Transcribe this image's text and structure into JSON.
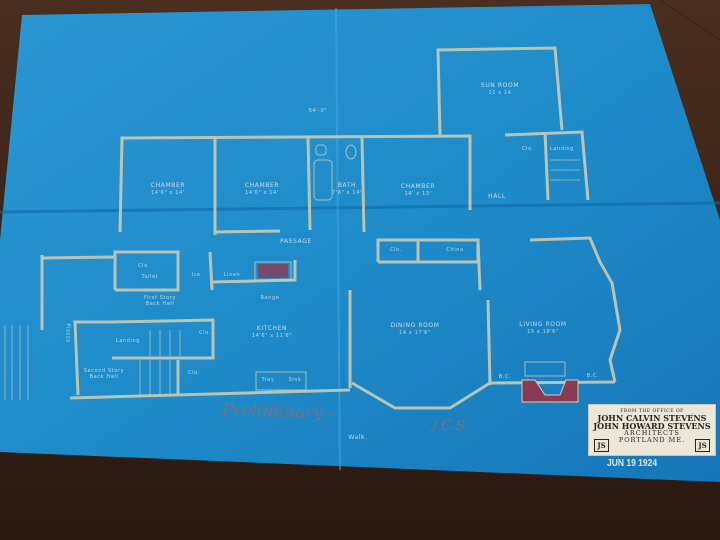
{
  "blueprint": {
    "rooms": {
      "chamber_1": {
        "name": "CHAMBER",
        "size": "14'6\" x 14'"
      },
      "chamber_2": {
        "name": "CHAMBER",
        "size": "14'6\" x 14'"
      },
      "bath": {
        "name": "BATH",
        "size": "7'6\" x 14'"
      },
      "chamber_3": {
        "name": "CHAMBER",
        "size": "14' x 13'"
      },
      "sun_room": {
        "name": "SUN ROOM",
        "size": "11 x 14"
      },
      "hall": {
        "name": "HALL"
      },
      "passage": {
        "name": "PASSAGE"
      },
      "clo_upper": {
        "name": "Clo."
      },
      "landing_upper": {
        "name": "Landing"
      },
      "clo_left": {
        "name": "Clo."
      },
      "toilet": {
        "name": "Toilet"
      },
      "ice": {
        "name": "Ice"
      },
      "linen": {
        "name": "Linen"
      },
      "range": {
        "name": "Range"
      },
      "first_story_back_hall": {
        "name": "First Story Back Hall"
      },
      "kitchen": {
        "name": "KITCHEN",
        "size": "14'6\" x 11'6\""
      },
      "landing": {
        "name": "Landing"
      },
      "clo_stair": {
        "name": "Clo."
      },
      "second_story_back_hall": {
        "name": "Second Story Back Hall"
      },
      "clo_lower": {
        "name": "Clo."
      },
      "tray": {
        "name": "Tray"
      },
      "sink": {
        "name": "Sink"
      },
      "piazza": {
        "name": "Piazza"
      },
      "clo_dining": {
        "name": "Clo."
      },
      "china": {
        "name": "China"
      },
      "dining_room": {
        "name": "DINING ROOM",
        "size": "14 x 17'6\""
      },
      "living_room": {
        "name": "LIVING ROOM",
        "size": "15 x 19'6\""
      },
      "bc_left": {
        "name": "B.C."
      },
      "bc_right": {
        "name": "B.C."
      },
      "walk": {
        "name": "Walk."
      }
    },
    "dimension": "54'-0\"",
    "handwritten_note": "Preliminary -",
    "handwritten_initials": "J.C.S."
  },
  "stamp": {
    "from_line": "FROM THE OFFICE OF",
    "name_1": "JOHN CALVIN STEVENS",
    "name_2": "JOHN HOWARD STEVENS",
    "architects": "ARCHITECTS",
    "location": "PORTLAND ME.",
    "logo_text": "JS"
  },
  "date_stamp": "JUN 19 1924",
  "colors": {
    "paper": "#1f8fcc",
    "wood": "#3a2418",
    "lines": "#d9d3b8",
    "chimney": "#8a3a55"
  }
}
